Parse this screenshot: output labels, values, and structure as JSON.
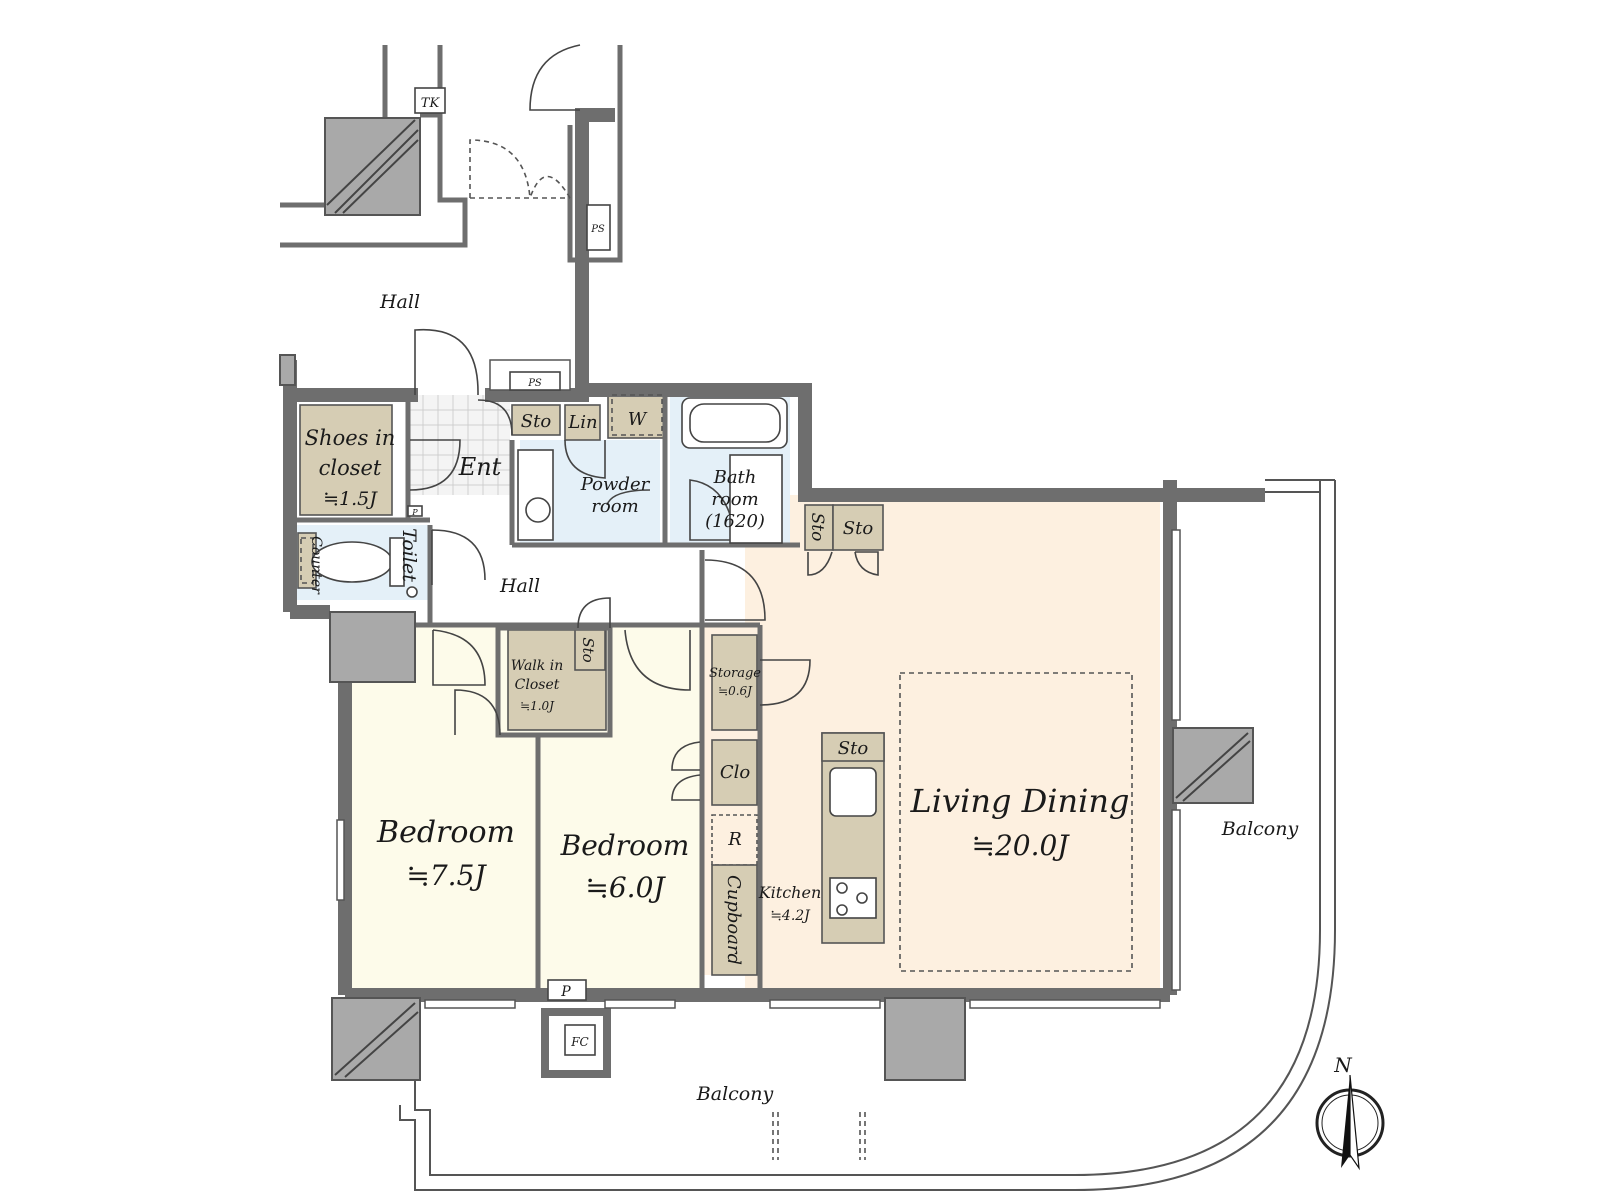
{
  "colors": {
    "living": "#fdf0e0",
    "bedroom": "#fdfbea",
    "storage": "#d6cdb4",
    "wet": "#e4f0f8",
    "entry_tile": "#f4f4f4",
    "wall": "#6e6e6e",
    "column": "#a9a9a9"
  },
  "labels": {
    "hall_top": "Hall",
    "hall_mid": "Hall",
    "tk": "TK",
    "ps_top": "PS",
    "ps_mid": "PS",
    "shoes_1": "Shoes in",
    "shoes_2": "closet",
    "shoes_3": "≒1.5J",
    "ent": "Ent",
    "sto_ent": "Sto",
    "lin": "Lin",
    "w": "W",
    "powder_1": "Powder",
    "powder_2": "room",
    "bath_1": "Bath",
    "bath_2": "room",
    "bath_3": "(1620)",
    "sto_v": "Sto",
    "sto_h": "Sto",
    "toilet": "Toilet",
    "counter": "Counter",
    "p_small": "P",
    "walkin_1": "Walk in",
    "walkin_2": "Closet",
    "walkin_3": "≒1.0J",
    "sto_walkin": "Sto",
    "storage_1": "Storage",
    "storage_2": "≒0.6J",
    "clo": "Clo",
    "r": "R",
    "cupboard": "Cupboard",
    "kitchen_1": "Kitchen",
    "kitchen_2": "≒4.2J",
    "sto_kitchen": "Sto",
    "living_1": "Living Dining",
    "living_2": "≒20.0J",
    "bed1_1": "Bedroom",
    "bed1_2": "≒7.5J",
    "bed2_1": "Bedroom",
    "bed2_2": "≒6.0J",
    "p_bed": "P",
    "fc": "FC",
    "balcony_right": "Balcony",
    "balcony_bottom": "Balcony",
    "north": "N"
  }
}
